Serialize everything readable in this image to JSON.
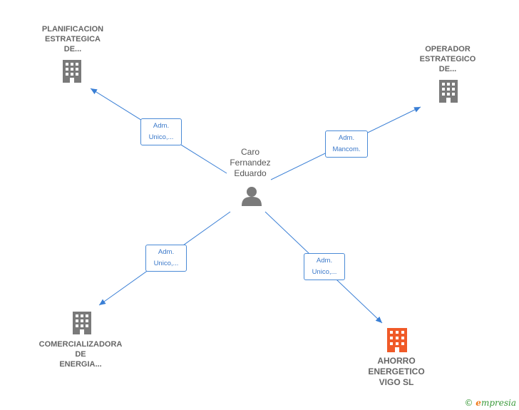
{
  "center": {
    "lines": [
      "Caro",
      "Fernandez",
      "Eduardo"
    ]
  },
  "nodes": [
    {
      "id": "n1",
      "lines": [
        "PLANIFICACION",
        "ESTRATEGICA",
        "DE..."
      ],
      "color": "#7a7a7a"
    },
    {
      "id": "n2",
      "lines": [
        "OPERADOR",
        "ESTRATEGICO",
        "DE..."
      ],
      "color": "#7a7a7a"
    },
    {
      "id": "n3",
      "lines": [
        "COMERCIALIZADORA",
        "DE",
        "ENERGIA..."
      ],
      "color": "#7a7a7a"
    },
    {
      "id": "n4",
      "lines": [
        "AHORRO",
        "ENERGETICO",
        "VIGO  SL"
      ],
      "color": "#f05a28"
    }
  ],
  "edges": [
    {
      "target": "n1",
      "lines": [
        "Adm.",
        "Unico,..."
      ]
    },
    {
      "target": "n2",
      "lines": [
        "Adm.",
        "Mancom."
      ]
    },
    {
      "target": "n3",
      "lines": [
        "Adm.",
        "Unico,..."
      ]
    },
    {
      "target": "n4",
      "lines": [
        "Adm.",
        "Unico,..."
      ]
    }
  ],
  "colors": {
    "edge": "#3a7fd5",
    "person": "#7a7a7a"
  },
  "footer": {
    "copyright": "©",
    "brand_initial": "e",
    "brand_rest": "mpresia"
  }
}
